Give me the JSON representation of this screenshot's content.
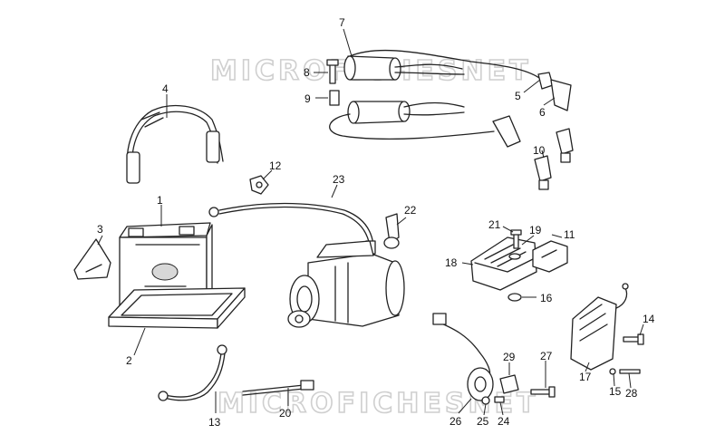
{
  "watermark": {
    "top": "MICROFICHESNET",
    "bottom": "MICROFICHESNET"
  },
  "callouts": [
    {
      "id": "1",
      "label": "1"
    },
    {
      "id": "2",
      "label": "2"
    },
    {
      "id": "3",
      "label": "3"
    },
    {
      "id": "4",
      "label": "4"
    },
    {
      "id": "5",
      "label": "5"
    },
    {
      "id": "6",
      "label": "6"
    },
    {
      "id": "7",
      "label": "7"
    },
    {
      "id": "8",
      "label": "8"
    },
    {
      "id": "9",
      "label": "9"
    },
    {
      "id": "10",
      "label": "10"
    },
    {
      "id": "11",
      "label": "11"
    },
    {
      "id": "12",
      "label": "12"
    },
    {
      "id": "13",
      "label": "13"
    },
    {
      "id": "14",
      "label": "14"
    },
    {
      "id": "15",
      "label": "15"
    },
    {
      "id": "16",
      "label": "16"
    },
    {
      "id": "17",
      "label": "17"
    },
    {
      "id": "18",
      "label": "18"
    },
    {
      "id": "19",
      "label": "19"
    },
    {
      "id": "20",
      "label": "20"
    },
    {
      "id": "21",
      "label": "21"
    },
    {
      "id": "22",
      "label": "22"
    },
    {
      "id": "23",
      "label": "23"
    },
    {
      "id": "24",
      "label": "24"
    },
    {
      "id": "25",
      "label": "25"
    },
    {
      "id": "26",
      "label": "26"
    },
    {
      "id": "27",
      "label": "27"
    },
    {
      "id": "28",
      "label": "28"
    },
    {
      "id": "29",
      "label": "29"
    }
  ]
}
